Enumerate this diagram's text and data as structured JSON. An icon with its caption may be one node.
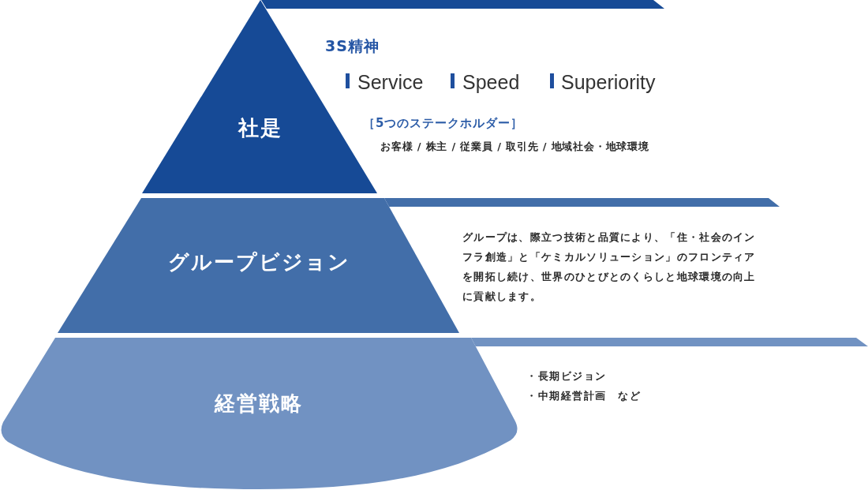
{
  "diagram": {
    "nodes": [
      {
        "text": [
          "社是"
        ],
        "beside": [
          "3S精神",
          "Service",
          "Speed",
          "Superiority",
          "［5つのステークホルダー］",
          "お客様 / 株主 / 従業員 / 取引先 / 地域社会・地球環境"
        ]
      },
      {
        "text": [
          "グループビジョン"
        ],
        "beside": [
          "グループは、際立つ技術と品質により、「住・社会のインフラ創造」と「ケミカルソリューション」のフロンティアを開拓し続け、世界のひとびとのくらしと地球環境の向上に貢献します。"
        ]
      },
      {
        "text": [
          "経営戦略"
        ],
        "beside": [
          "・長期ビジョン",
          "・中期経営計画　など"
        ]
      }
    ]
  }
}
